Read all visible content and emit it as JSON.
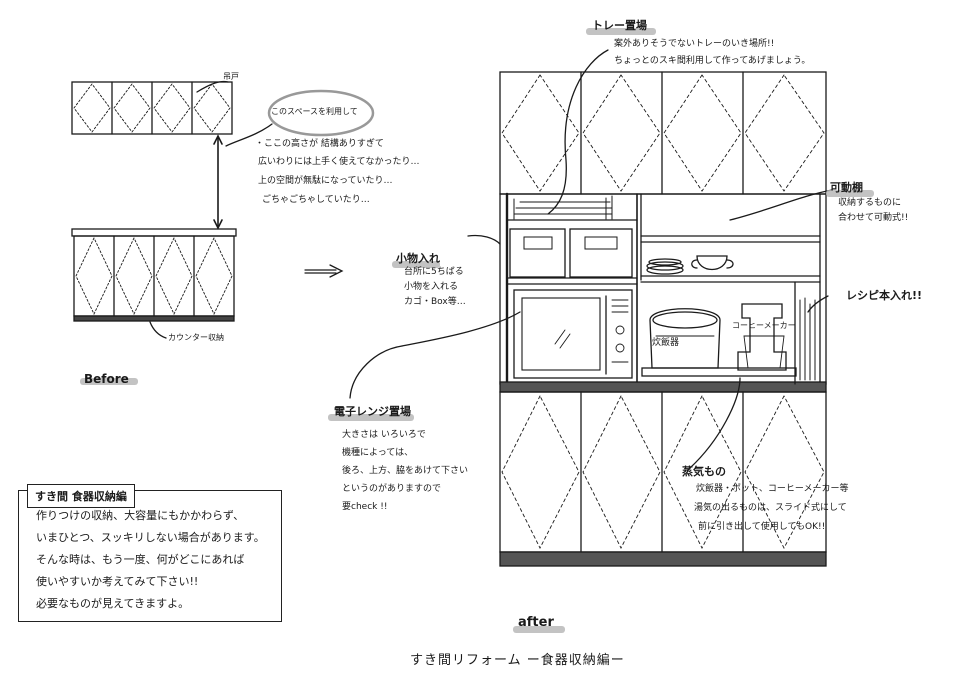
{
  "before": {
    "label": "Before",
    "upper_tag": "吊戸",
    "lower_tag": "カウンター収納",
    "bubble": "このスペースを利用して",
    "notes": [
      "・ここの高さが 結構ありすぎて",
      "広いわりには上手く使えてなかったり…",
      "上の空間が無駄になっていたり…",
      "ごちゃごちゃしていたり…"
    ]
  },
  "after": {
    "label": "after",
    "tray": {
      "title": "トレー置場",
      "lines": [
        "案外ありそうでないトレーのいき場所!!",
        "ちょっとのスキ間利用して作ってあげましょう。"
      ]
    },
    "shelf": {
      "title": "可動棚",
      "lines": [
        "収納するものに",
        "合わせて可動式!!"
      ]
    },
    "smalls": {
      "title": "小物入れ",
      "lines": [
        "台所に5ちばる",
        "小物を入れる",
        "カゴ・Box等…"
      ]
    },
    "recipe": {
      "title": "レシピ本入れ!!"
    },
    "microwave": {
      "title": "電子レンジ置場",
      "lines": [
        "大きさは いろいろで",
        "機種によっては、",
        "後ろ、上方、脇をあけて下さい",
        "というのがありますので",
        "要check !!"
      ]
    },
    "steam": {
      "title": "蒸気もの",
      "lines": [
        "炊飯器・ポット、コーヒーメーカー等",
        "湯気の出るものは、スライド式にして",
        "前に引き出して使用してもOK!!"
      ]
    },
    "appliance_rice": "炊飯器",
    "appliance_coffee": "コーヒーメーカー"
  },
  "memo": {
    "title": "すき間 食器収納編",
    "lines": [
      "作りつけの収納、大容量にもかかわらず、",
      "いまひとつ、スッキリしない場合があります。",
      "そんな時は、もう一度、何がどこにあれば",
      "使いやすいか考えてみて下さい!!",
      "必要なものが見えてきますよ。"
    ]
  },
  "footer": "すき間リフォーム ー食器収納編ー"
}
